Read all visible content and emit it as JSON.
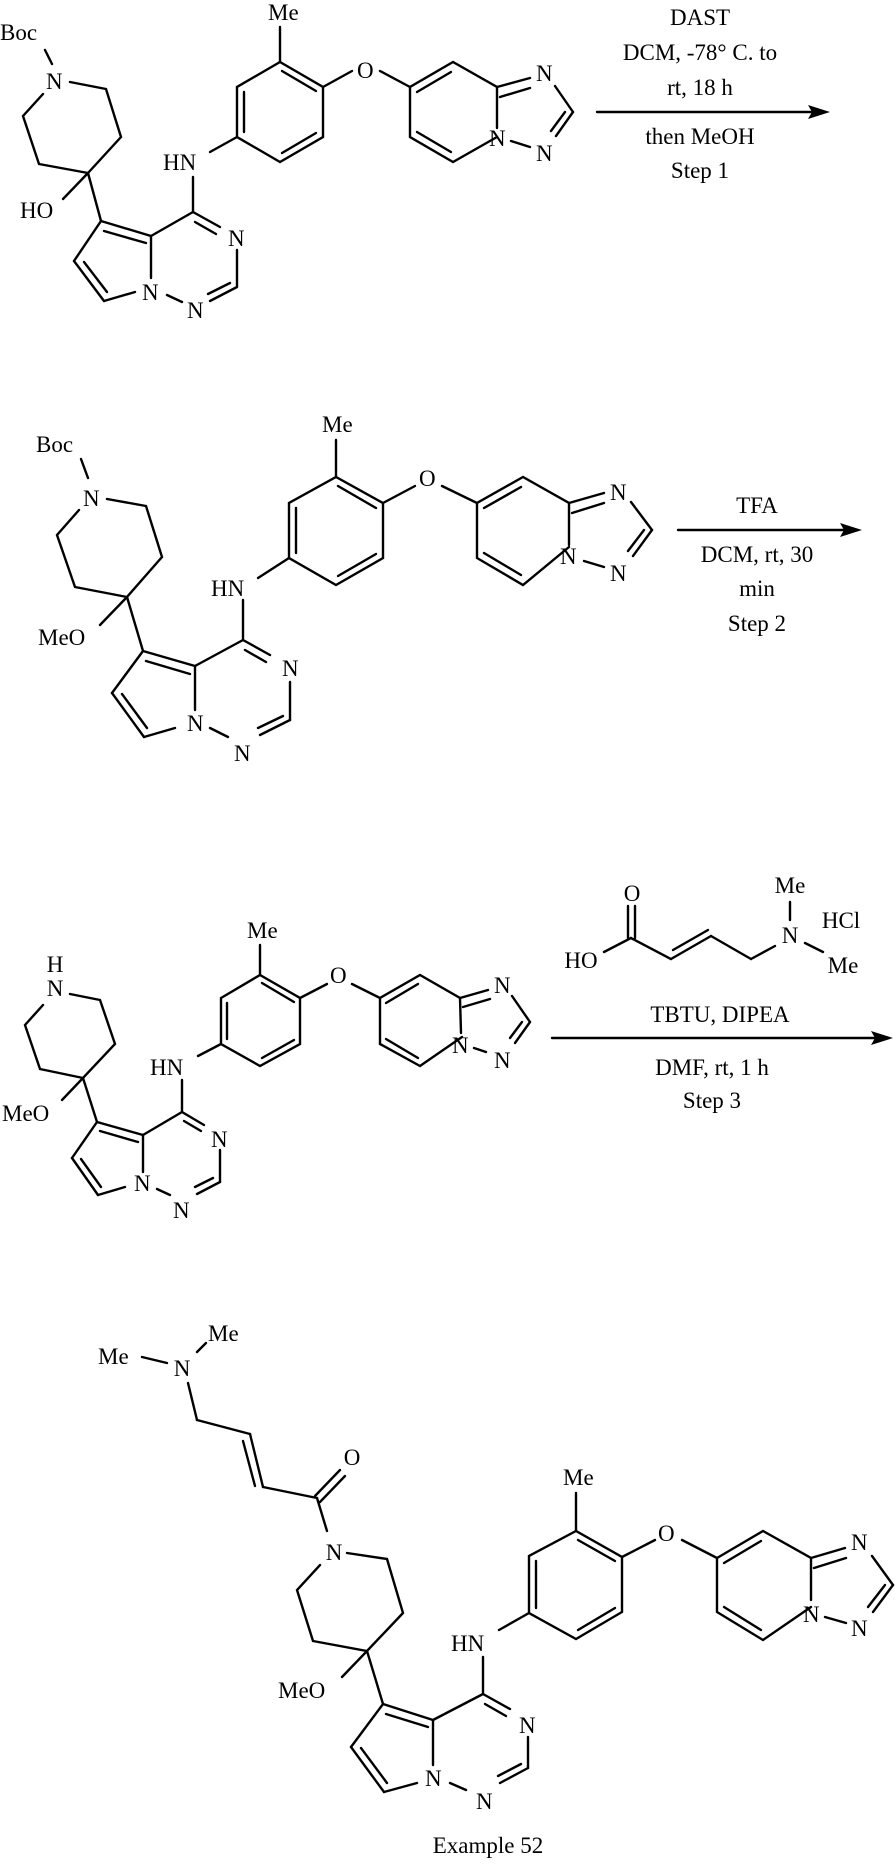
{
  "scheme": {
    "steps": [
      {
        "name": "Step 1",
        "above": [
          "DAST",
          "DCM, -78° C. to",
          "rt, 18 h"
        ],
        "below": [
          "then MeOH",
          "Step 1"
        ],
        "starting_material": {
          "labels": {
            "boc": "Boc",
            "n_pip": "N",
            "oh": "HO",
            "hn": "HN",
            "me": "Me",
            "o": "O",
            "n3": "N",
            "n1": "N",
            "n_bridge": "N",
            "tz_n_top": "N",
            "tz_n_bridge": "N",
            "tz_n_bot": "N"
          }
        }
      },
      {
        "name": "Step 2",
        "above": [
          "TFA"
        ],
        "below": [
          "DCM, rt, 30",
          "min",
          "Step 2"
        ],
        "starting_material": {
          "labels": {
            "boc": "Boc",
            "n_pip": "N",
            "ome": "MeO",
            "hn": "HN",
            "me": "Me",
            "o": "O",
            "n3": "N",
            "n1": "N",
            "n_bridge": "N",
            "tz_n_top": "N",
            "tz_n_bridge": "N",
            "tz_n_bot": "N"
          }
        }
      },
      {
        "name": "Step 3",
        "reagent_structure": {
          "o": "O",
          "ho": "HO",
          "n": "N",
          "me_top": "Me",
          "me_bot": "Me",
          "hcl": "HCl"
        },
        "above": [
          "TBTU, DIPEA"
        ],
        "below": [
          "DMF, rt, 1 h",
          "Step 3"
        ],
        "starting_material": {
          "labels": {
            "h": "H",
            "n_pip": "N",
            "ome": "MeO",
            "hn": "HN",
            "me": "Me",
            "o": "O",
            "n3": "N",
            "n1": "N",
            "n_bridge": "N",
            "tz_n_top": "N",
            "tz_n_bridge": "N",
            "tz_n_bot": "N"
          }
        }
      }
    ],
    "product": {
      "caption": "Example 52",
      "labels": {
        "me_left": "Me",
        "me_top": "Me",
        "n_amine": "N",
        "o_carbonyl": "O",
        "n_pip": "N",
        "ome": "MeO",
        "hn": "HN",
        "me": "Me",
        "o": "O",
        "n3": "N",
        "n1": "N",
        "n_bridge": "N",
        "tz_n_top": "N",
        "tz_n_bridge": "N",
        "tz_n_bot": "N"
      }
    }
  }
}
